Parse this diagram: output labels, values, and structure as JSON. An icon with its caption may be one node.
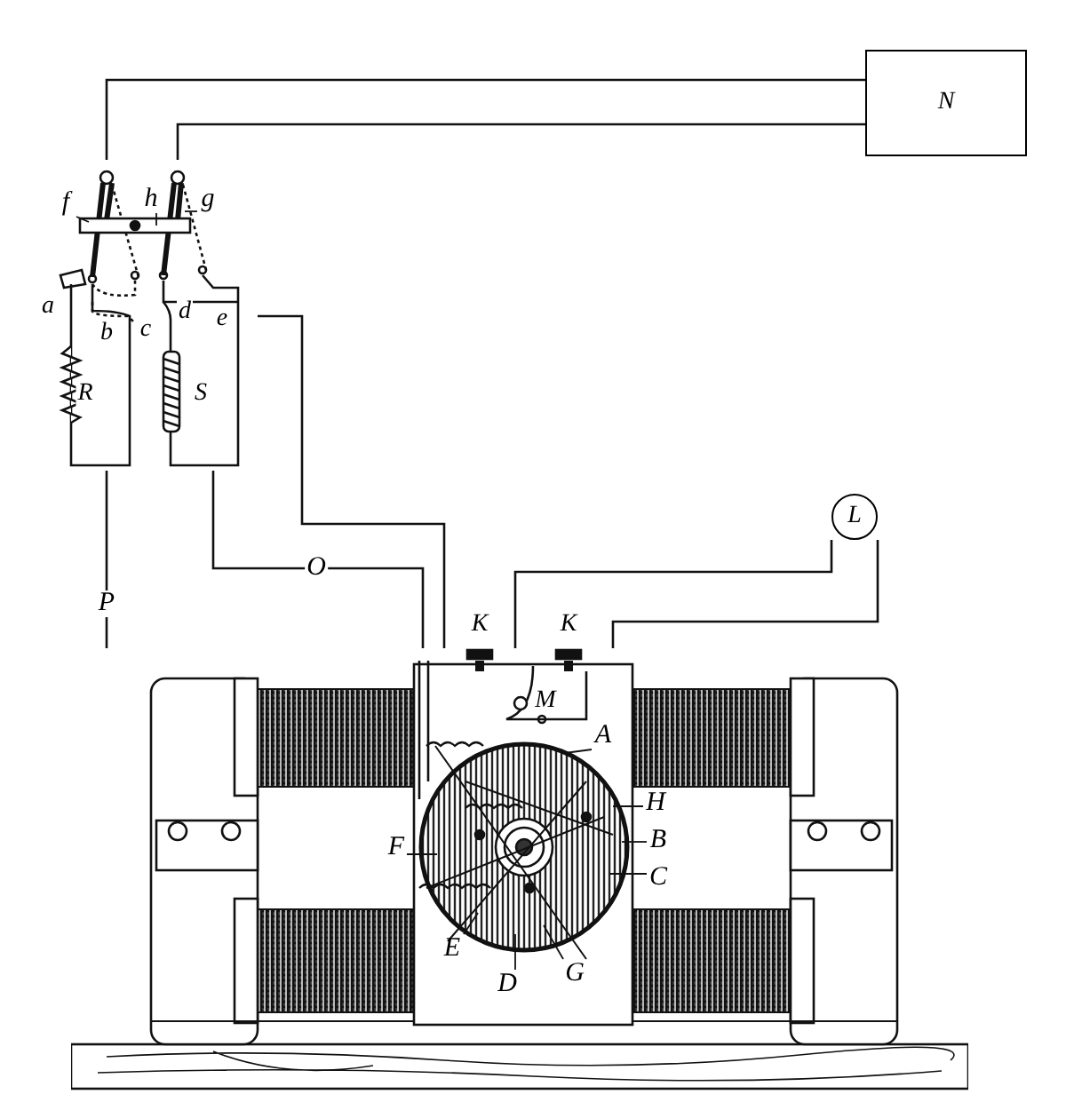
{
  "diagram": {
    "nodes": [
      {
        "text": [
          "N"
        ]
      },
      {
        "text": [],
        "shape": "picture"
      },
      {
        "text": [
          "f"
        ],
        "in": 1
      },
      {
        "text": [
          "h"
        ],
        "in": 1
      },
      {
        "text": [
          "g"
        ],
        "in": 1
      },
      {
        "text": [
          "L"
        ]
      },
      {
        "text": [],
        "shape": "picture"
      },
      {
        "text": [
          "A"
        ],
        "in": 6
      },
      {
        "text": [
          "H"
        ],
        "in": 6
      },
      {
        "text": [
          "B"
        ],
        "in": 6
      },
      {
        "text": [
          "C"
        ],
        "in": 6
      },
      {
        "text": [
          "F"
        ],
        "in": 6
      },
      {
        "text": [
          "E"
        ],
        "in": 6
      },
      {
        "text": [
          "D"
        ],
        "in": 6
      },
      {
        "text": [
          "G"
        ],
        "in": 6
      }
    ],
    "edges": [
      {
        "from": 0,
        "to": 1,
        "arrow": "none"
      },
      {
        "from": 0,
        "to": 1,
        "arrow": "none"
      },
      {
        "from": 1,
        "to": 6,
        "arrow": "none",
        "label": "P"
      },
      {
        "from": 1,
        "to": 6,
        "arrow": "none",
        "label": "O"
      },
      {
        "from": 1,
        "to": 6,
        "arrow": "none"
      },
      {
        "from": 5,
        "to": 6,
        "arrow": "none"
      },
      {
        "from": 5,
        "to": 6,
        "arrow": "none"
      },
      {
        "from": 2,
        "to": 1,
        "arrow": "none"
      },
      {
        "from": 3,
        "to": 1,
        "arrow": "none"
      },
      {
        "from": 4,
        "to": 1,
        "arrow": "none"
      },
      {
        "from": 7,
        "to": null,
        "arrow": "none"
      },
      {
        "from": 8,
        "to": null,
        "arrow": "none"
      },
      {
        "from": 9,
        "to": null,
        "arrow": "none"
      },
      {
        "from": 10,
        "to": null,
        "arrow": "none"
      },
      {
        "from": 11,
        "to": null,
        "arrow": "none"
      },
      {
        "from": 12,
        "to": null,
        "arrow": "none"
      },
      {
        "from": 13,
        "to": null,
        "arrow": "none"
      },
      {
        "from": 14,
        "to": null,
        "arrow": "none"
      }
    ],
    "labels": [
      "a",
      "b",
      "c",
      "d",
      "e",
      "R",
      "S",
      "K",
      "K",
      "M"
    ]
  }
}
